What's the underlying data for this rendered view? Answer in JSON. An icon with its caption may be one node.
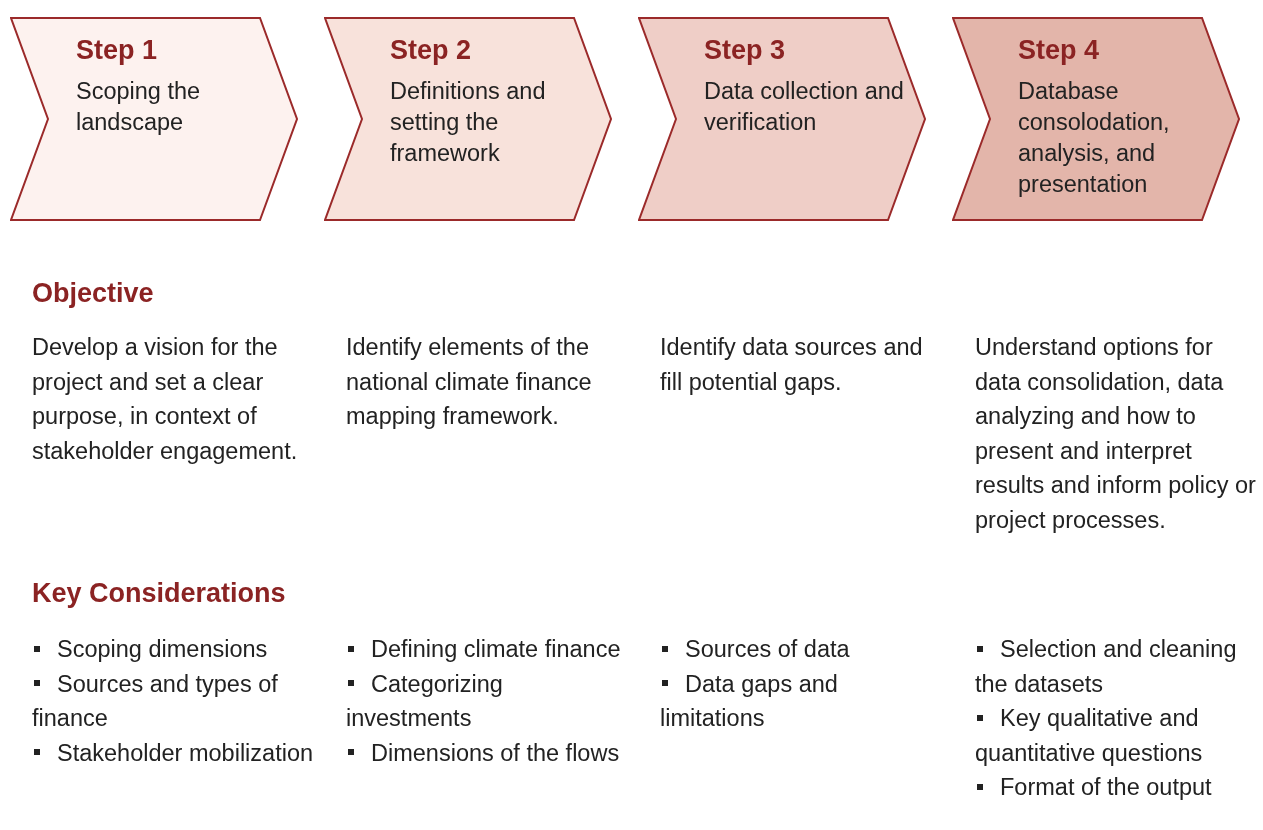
{
  "diagram": {
    "nodes": [
      {
        "text": [
          "Step 1",
          "Scoping the landscape"
        ]
      },
      {
        "text": [
          "Step 2",
          "Definitions and setting the framework"
        ]
      },
      {
        "text": [
          "Step 3",
          "Data collection and verification"
        ]
      },
      {
        "text": [
          "Step 4",
          "Database consolodation, analysis, and presentation"
        ]
      }
    ],
    "edges": [],
    "labels": [
      "Objective",
      "Develop a vision for the project and set a clear purpose, in context of stakeholder engagement.",
      "Identify elements of the national climate finance mapping framework.",
      "Identify data sources and fill potential gaps.",
      "Understand options for data consolidation, data analyzing and how to present and interpret results and inform policy or project processes.",
      "Key Considerations",
      "Scoping dimensions",
      "Sources and types of finance",
      "Stakeholder mobilization",
      "Defining climate finance",
      "Categorizing investments",
      "Dimensions of the flows",
      "Sources of data",
      "Data gaps and limitations",
      "Selection and cleaning the datasets",
      "Key qualitative and quantitative questions",
      "Format of the output"
    ]
  }
}
